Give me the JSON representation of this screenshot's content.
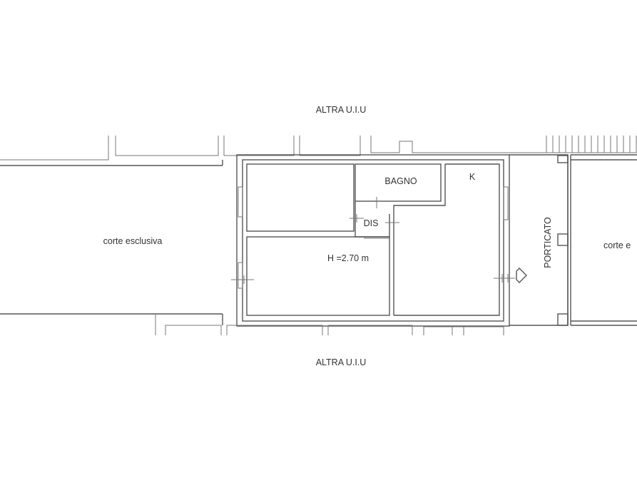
{
  "labels": {
    "neighbor_top": "ALTRA U.I.U",
    "neighbor_bottom": "ALTRA U.I.U",
    "court_left": "corte esclusiva",
    "court_right": "corte e",
    "bathroom": "BAGNO",
    "kitchen": "K",
    "hallway": "DIS",
    "ceiling_height": "H =2.70 m",
    "porch": "PORTICATO"
  }
}
